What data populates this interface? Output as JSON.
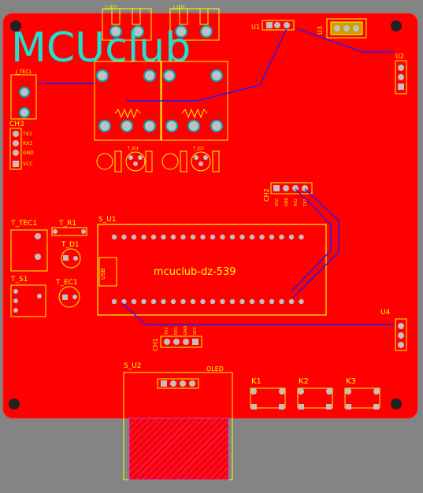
{
  "board": {
    "logo": "MCUclub",
    "center_label": "mcuclub-dz-539",
    "colors": {
      "background": "#848484",
      "board": "#ff0000",
      "silk": "#ffff00",
      "trace": "#1a1aff",
      "pad": "#c0c0c0",
      "logo": "#20e0d0",
      "hatch": "#c040c0"
    }
  },
  "labels": {
    "j_jd1": "J_JD1",
    "j_jd2": "J_JD2",
    "u1": "U1",
    "u3": "U3",
    "u2": "U2",
    "j_tec1": "J_TEC1",
    "ch3": "CH3",
    "ch3_pins": [
      "TX3",
      "RX3",
      "GND",
      "VCC"
    ],
    "t_jd1": "T_JD1",
    "t_jd2": "T_JD2",
    "ch2": "CH2",
    "ch2_pins": [
      "VCC",
      "GND",
      "RX2",
      "TX2"
    ],
    "t_tec1": "T_TEC1",
    "t_r1": "T_R1",
    "t_d1": "T_D1",
    "s_u1": "S_U1",
    "t_s1": "T_S1",
    "t_ec1": "T_EC1",
    "usb": "USB",
    "u4": "U4",
    "ch1": "CH1",
    "ch1_pins": [
      "TX1",
      "RX1",
      "GND",
      "VCC"
    ],
    "s_u2": "S_U2",
    "oled": "OLED",
    "k1": "K1",
    "k2": "K2",
    "k3": "K3"
  }
}
